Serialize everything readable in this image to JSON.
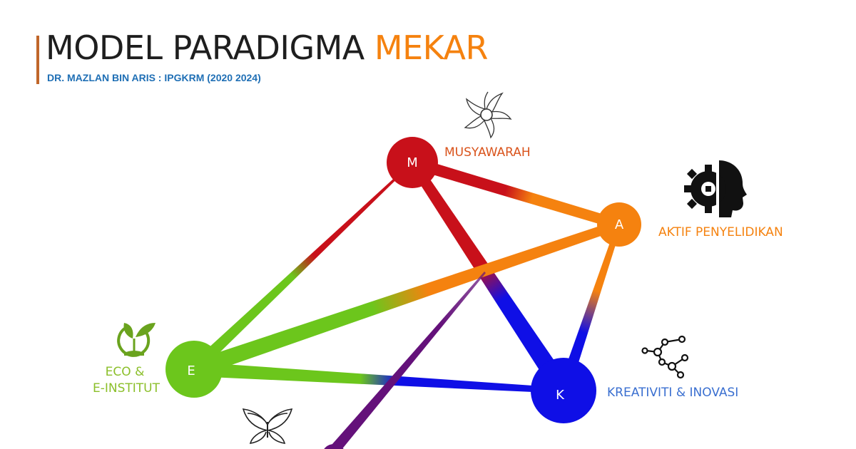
{
  "header": {
    "title_main": "MODEL PARADIGMA",
    "title_accent": "MEKAR",
    "subtitle": "DR. MAZLAN BIN ARIS : IPGKRM (2020  2024)"
  },
  "colors": {
    "title_accent": "#f5820f",
    "subtitle": "#1f6fb5",
    "m": "#c8101a",
    "a": "#f5820f",
    "k": "#0f0fe6",
    "e": "#6cc61c",
    "r": "#64117a"
  },
  "nodes": {
    "m": {
      "letter": "M",
      "label": "MUSYAWARAH",
      "icon": "pinwheel-icon"
    },
    "a": {
      "letter": "A",
      "label": "AKTIF PENYELIDIKAN",
      "icon": "gear-head-icon"
    },
    "k": {
      "letter": "K",
      "label": "KREATIVITI & INOVASI",
      "icon": "molecule-icon"
    },
    "e": {
      "letter": "E",
      "label_line1": "ECO &",
      "label_line2": "E-INSTITUT",
      "icon": "eco-sprout-icon"
    },
    "r": {
      "icon": "butterfly-icon"
    }
  }
}
